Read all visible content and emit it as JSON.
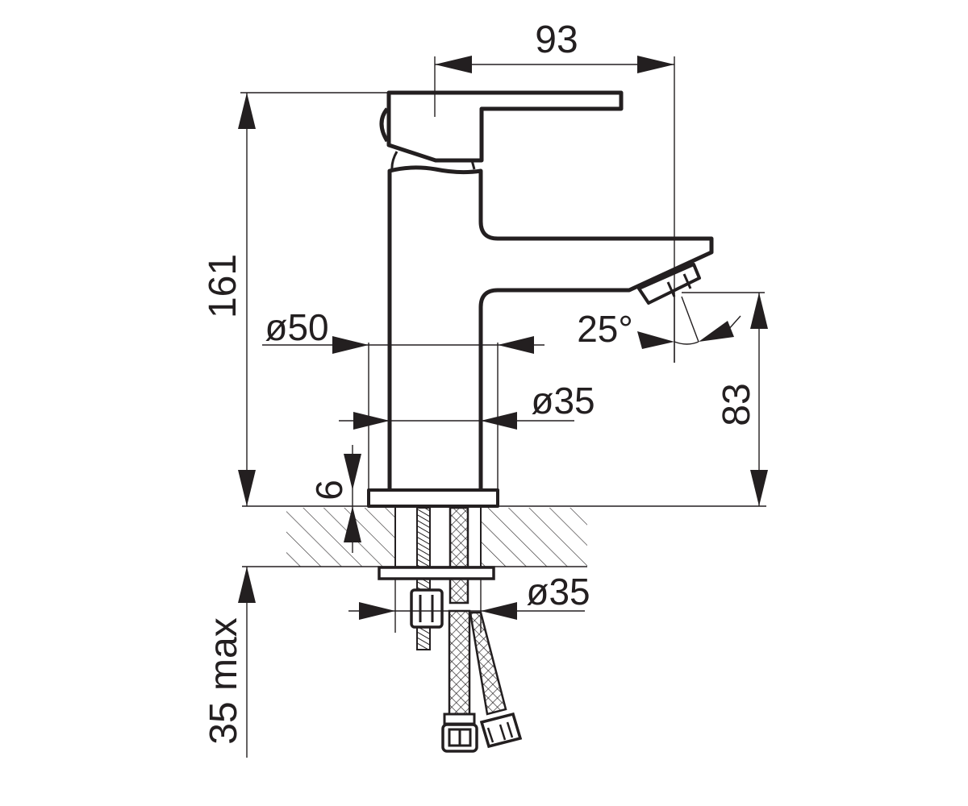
{
  "drawing": {
    "ink_color": "#231f20",
    "background": "#ffffff",
    "dimensions": {
      "spout_reach": "93",
      "total_height": "161",
      "spout_height": "83",
      "base_diameter": "ø50",
      "body_diameter": "ø35",
      "plate_thickness": "6",
      "mount_hole": "ø35",
      "max_thickness": "35 max",
      "aerator_angle": "25°"
    }
  }
}
